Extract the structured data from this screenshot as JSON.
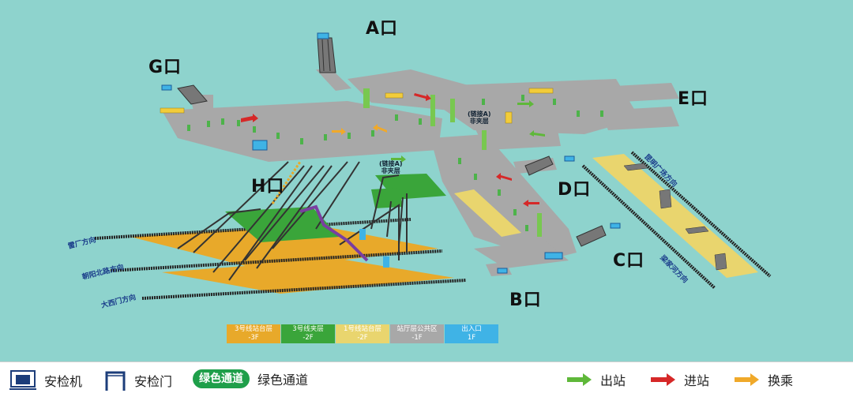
{
  "exits": {
    "a": "A口",
    "b": "B口",
    "c": "C口",
    "d": "D口",
    "e": "E口",
    "g": "G口",
    "h": "H口"
  },
  "directions": {
    "line3_west": "雷厂方向",
    "line3_east": "朝阳北路方向",
    "line3_bottom": "大西门方向",
    "line1_top": "昆明广场方向",
    "line1_bottom": "梁家河方向"
  },
  "notes": {
    "link_a_1": "(链接A)",
    "link_a_1b": "非夹层",
    "link_a_2": "(链接A)",
    "link_a_2b": "非夹层"
  },
  "layers": [
    {
      "name": "3号线站台层",
      "level": "-3F",
      "color": "#e8a92a"
    },
    {
      "name": "3号线夹层",
      "level": "-2F",
      "color": "#3aa53a"
    },
    {
      "name": "1号线站台层",
      "level": "-2F",
      "color": "#e9d56e"
    },
    {
      "name": "站厅层公共区",
      "level": "-1F",
      "color": "#a8a8a8"
    },
    {
      "name": "出入口",
      "level": "1F",
      "color": "#3fb3e6"
    }
  ],
  "legend": {
    "security_machine": "安检机",
    "security_gate": "安检门",
    "green_pill": "绿色通道",
    "green_channel": "绿色通道",
    "exit": "出站",
    "enter": "进站",
    "transfer": "换乘"
  },
  "colors": {
    "background": "#8ed3cd",
    "concourse": "#a8a8a8",
    "line3_platform": "#e8a92a",
    "line3_mezzanine": "#3aa53a",
    "line1_platform": "#e9d56e",
    "entrance": "#3fb3e6",
    "exit_arrow": "#5fb83a",
    "enter_arrow": "#d62828",
    "transfer_arrow": "#f0a92a"
  }
}
